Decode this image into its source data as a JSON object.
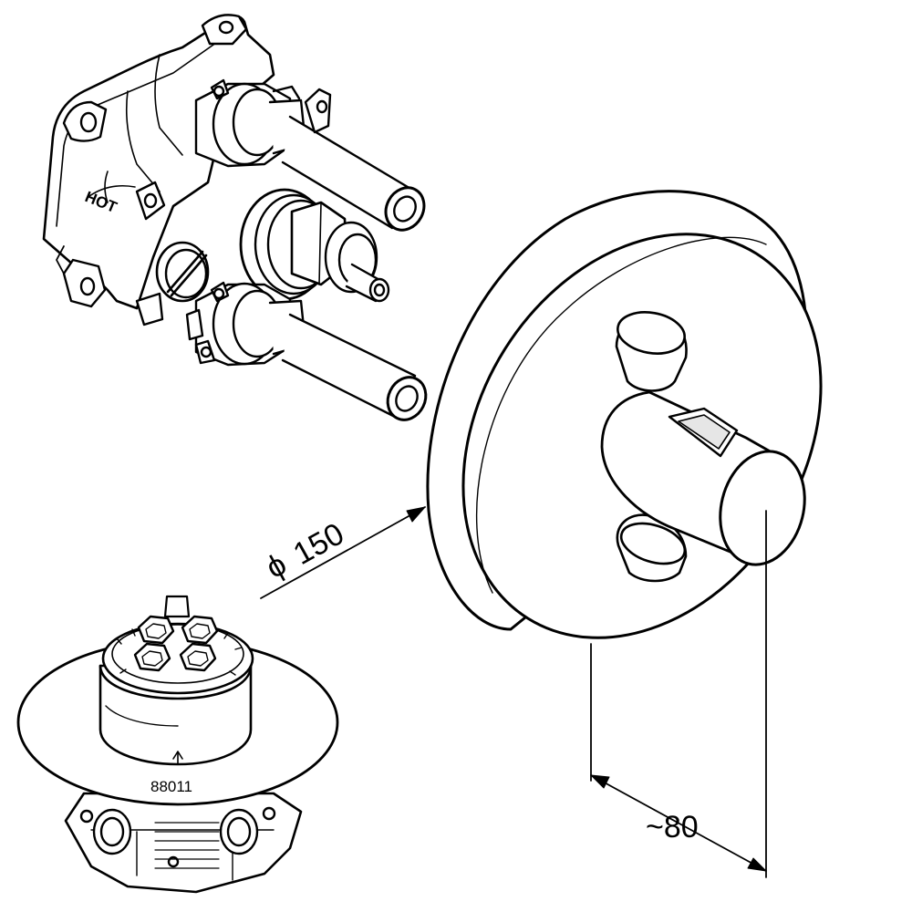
{
  "figure": {
    "dimension_diameter": "150",
    "dimension_depth": "~80",
    "part_number": "88011",
    "valve_label": "HOT"
  },
  "colors": {
    "line": "#000000",
    "background": "#ffffff",
    "fill": "#ffffff",
    "shade": "#e6e6e6"
  }
}
